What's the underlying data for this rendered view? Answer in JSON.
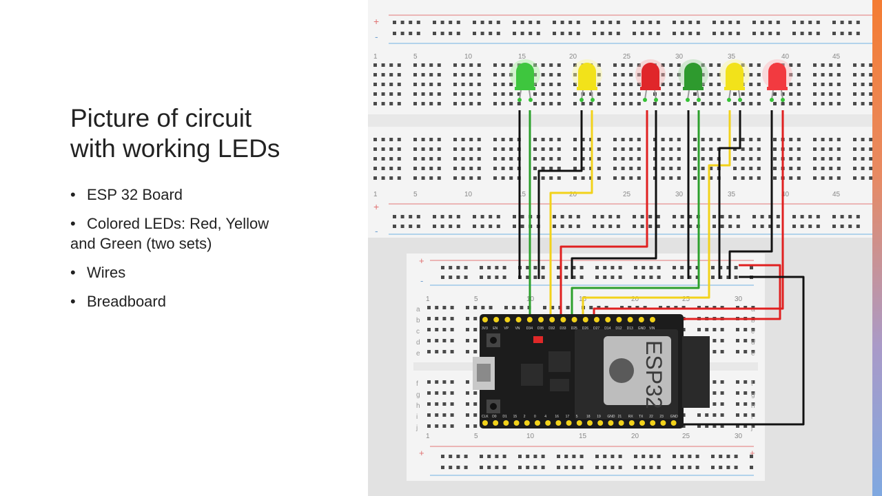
{
  "slide": {
    "title_line1": "Picture of circuit",
    "title_line2": "with working LEDs",
    "bullets": [
      {
        "bullet": "•",
        "text": "ESP 32 Board"
      },
      {
        "bullet": "•",
        "text": "Colored LEDs: Red, Yellow and Green (two sets)"
      },
      {
        "bullet": "•",
        "text": "Wires"
      },
      {
        "bullet": "•",
        "text": "Breadboard"
      }
    ]
  },
  "circuit": {
    "top_numbers": [
      "1",
      "5",
      "10",
      "15",
      "20",
      "25",
      "30",
      "35",
      "40",
      "45"
    ],
    "bottom_numbers": [
      "1",
      "5",
      "10",
      "15",
      "20",
      "25",
      "30",
      "35",
      "40",
      "45"
    ],
    "small_numbers": [
      "1",
      "5",
      "10",
      "15",
      "20",
      "25",
      "30"
    ],
    "small_numbers_bottom": [
      "1",
      "5",
      "10",
      "15",
      "20",
      "25",
      "30"
    ],
    "rows_left": [
      "a",
      "b",
      "c",
      "d",
      "e",
      "f",
      "g",
      "h",
      "i",
      "j"
    ],
    "rail_plus": "+",
    "rail_minus": "-",
    "chip_label": "ESP32",
    "pin_top_labels": [
      "3V3",
      "EN",
      "VP",
      "VN",
      "D34",
      "D35",
      "D32",
      "D33",
      "D25",
      "D26",
      "D27",
      "D14",
      "D12",
      "D13",
      "GND",
      "VIN"
    ],
    "pin_bottom_labels": [
      "CLK",
      "D0",
      "D1",
      "15",
      "2",
      "0",
      "4",
      "16",
      "17",
      "5",
      "18",
      "19",
      "GND",
      "21",
      "RX",
      "TX",
      "22",
      "23",
      "GND"
    ],
    "leds": [
      {
        "color": "#3ec63e",
        "glow": "#a8f0a0"
      },
      {
        "color": "#f2e21a",
        "glow": "#fbf6a0"
      },
      {
        "color": "#e0262a",
        "glow": "#f7b1b1"
      },
      {
        "color": "#2e9a2e",
        "glow": "#a8d8a8"
      },
      {
        "color": "#f2e21a",
        "glow": "#fbf6a0"
      },
      {
        "color": "#f23a40",
        "glow": "#ffb8bc"
      }
    ]
  }
}
